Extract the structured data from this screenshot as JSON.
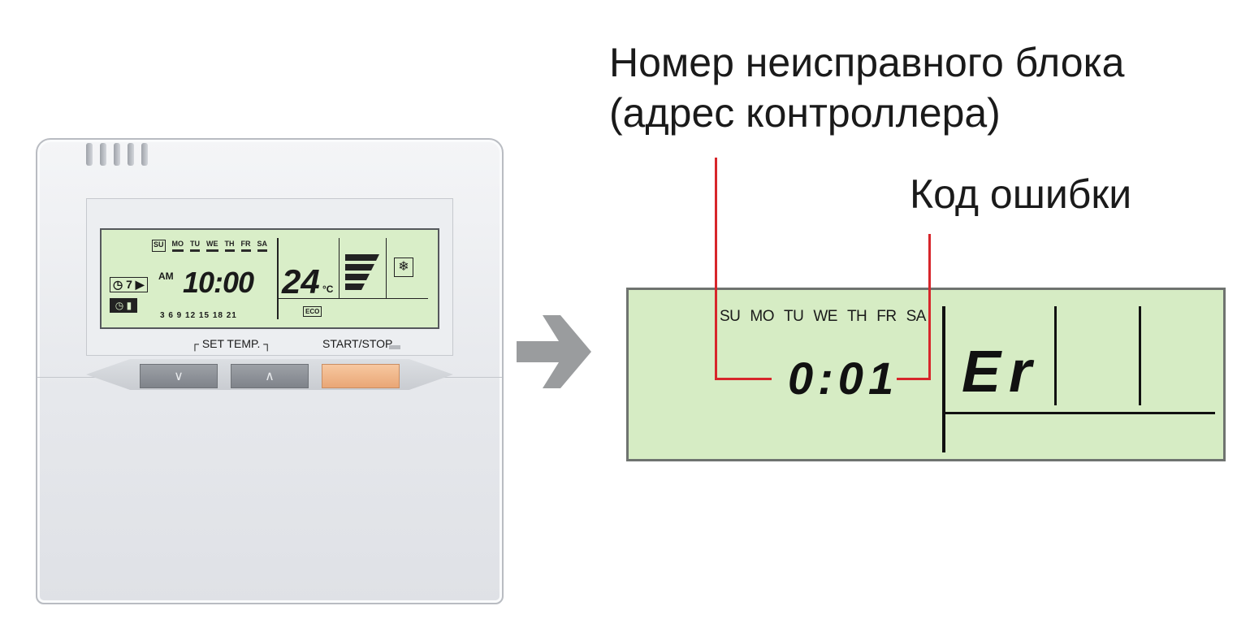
{
  "labels": {
    "unit_number_line1": "Номер неисправного блока",
    "unit_number_line2": "(адрес контроллера)",
    "error_code": "Код ошибки"
  },
  "remote": {
    "days": [
      "SU",
      "MO",
      "TU",
      "WE",
      "TH",
      "FR",
      "SA"
    ],
    "am": "AM",
    "time": "10:00",
    "temperature": "24",
    "temperature_unit": "°C",
    "timer_number": "7",
    "eco": "ECO",
    "hour_ticks": "3  6  9  12 15 18 21",
    "set_temp_label": "SET TEMP.",
    "start_stop_label": "START/STOP"
  },
  "display": {
    "days": [
      "SU",
      "MO",
      "TU",
      "WE",
      "TH",
      "FR",
      "SA"
    ],
    "address": "0:01",
    "error": "Er"
  },
  "colors": {
    "lcd_green": "#d6ecc4",
    "leader_red": "#d7262b",
    "arrow_gray": "#9a9c9e",
    "start_button": "#e9a676"
  },
  "icons": [
    "timer-icon",
    "thermometer-icon",
    "snowflake-icon",
    "fan-icon",
    "arrow-right-icon"
  ]
}
